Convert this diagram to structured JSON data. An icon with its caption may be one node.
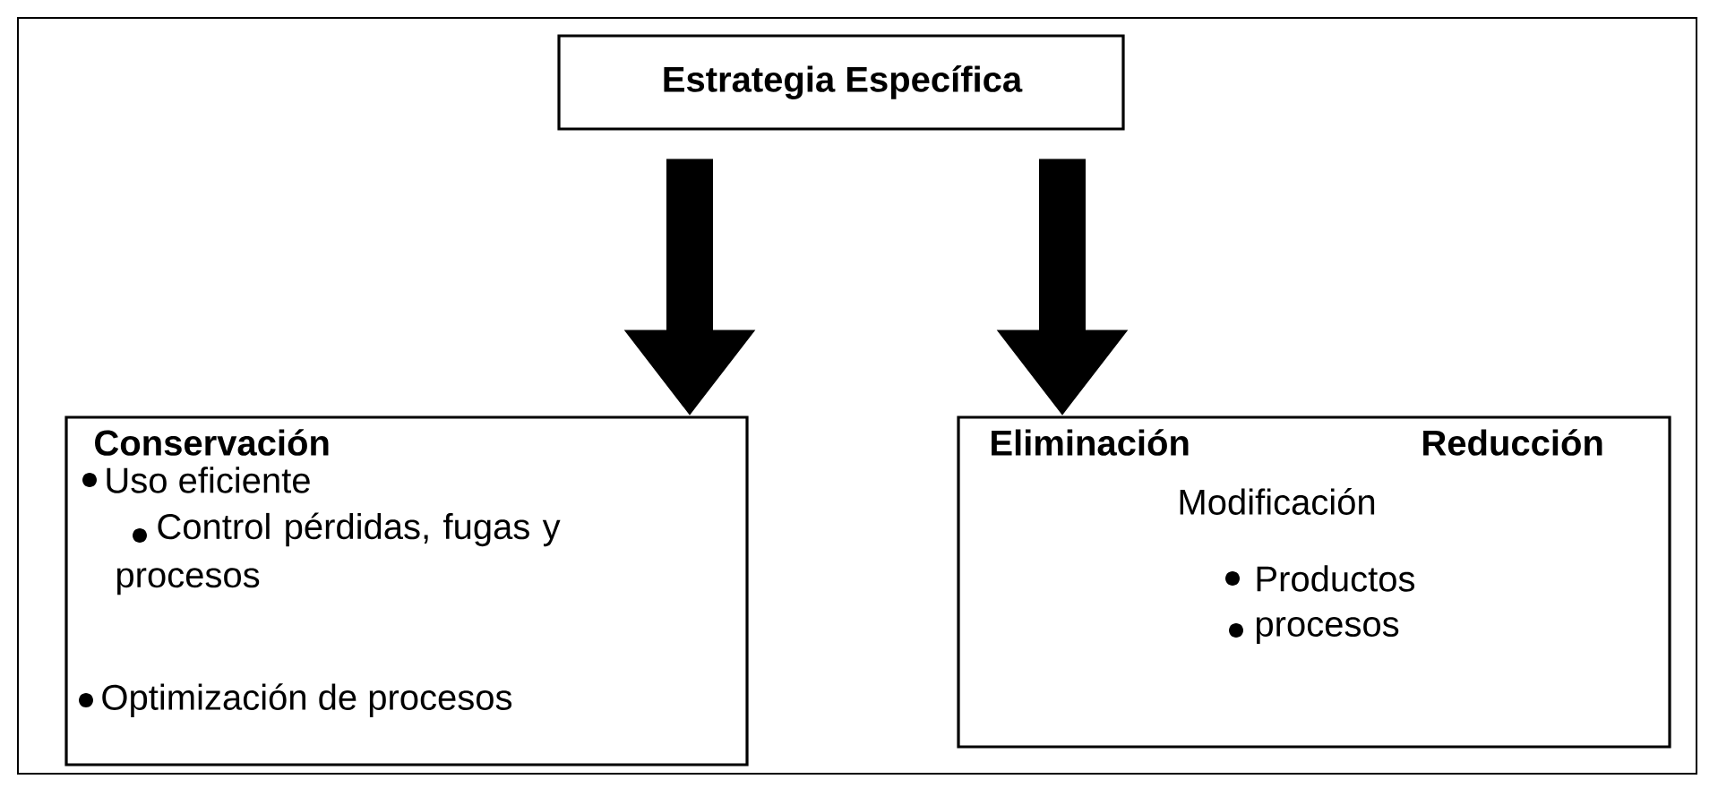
{
  "diagram": {
    "nodes": [
      {
        "text": [
          "Estrategia Específica"
        ]
      },
      {
        "text": [
          "Conservación",
          "Uso eficiente",
          "Control pérdidas, fugas y procesos",
          "Optimización de procesos"
        ]
      },
      {
        "text": [
          "Eliminación",
          "Reducción",
          "Modificación",
          "Productos",
          "procesos"
        ]
      }
    ],
    "edges": [
      {
        "from": 0,
        "to": 1,
        "arrow": "to"
      },
      {
        "from": 0,
        "to": 2,
        "arrow": "to"
      }
    ]
  }
}
